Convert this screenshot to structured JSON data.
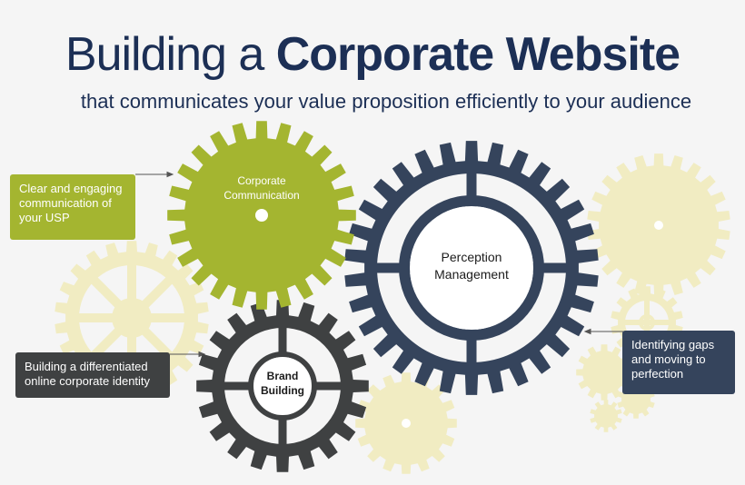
{
  "header": {
    "title_light": "Building a",
    "title_bold": "Corporate Website",
    "subtitle": "that communicates your value proposition efficiently to your audience"
  },
  "gears": {
    "corporate_communication": [
      "Corporate",
      "Communication"
    ],
    "perception_management": [
      "Perception",
      "Management"
    ],
    "brand_building": [
      "Brand",
      "Building"
    ]
  },
  "callouts": {
    "usp": "Clear and engaging communication of your USP",
    "identity": "Building a differentiated online corporate identity",
    "gaps": "Identifying gaps and moving to perfection"
  },
  "colors": {
    "navy": "#35445c",
    "olive_green": "#a4b530",
    "charcoal": "#3f4142",
    "pale_yellow": "#f1ecc2"
  }
}
